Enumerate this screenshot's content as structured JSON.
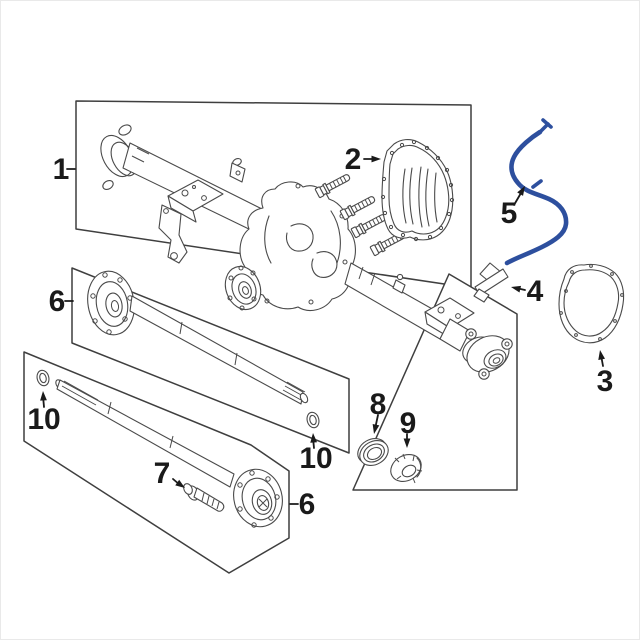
{
  "diagram": {
    "colors": {
      "background": "#ffffff",
      "box_lines": "#3f3f3f",
      "part_lines": "#4a4a4a",
      "labels": "#1a1a1a",
      "vent_hose": "#2d4f9e"
    },
    "callouts": [
      {
        "label": "1",
        "target": "axle-housing-assembly"
      },
      {
        "label": "2",
        "target": "differential-cover"
      },
      {
        "label": "3",
        "target": "differential-cover-gasket"
      },
      {
        "label": "4",
        "target": "axle-vent-fitting"
      },
      {
        "label": "5",
        "target": "vent-hose"
      },
      {
        "label": "6",
        "target": "axle-shaft-upper"
      },
      {
        "label": "6",
        "target": "axle-shaft-lower"
      },
      {
        "label": "7",
        "target": "wheel-stud"
      },
      {
        "label": "8",
        "target": "axle-shaft-seal"
      },
      {
        "label": "9",
        "target": "axle-shaft-bearing"
      },
      {
        "label": "10",
        "target": "axle-shaft-o-ring-left"
      },
      {
        "label": "10",
        "target": "axle-shaft-o-ring-right"
      }
    ]
  }
}
